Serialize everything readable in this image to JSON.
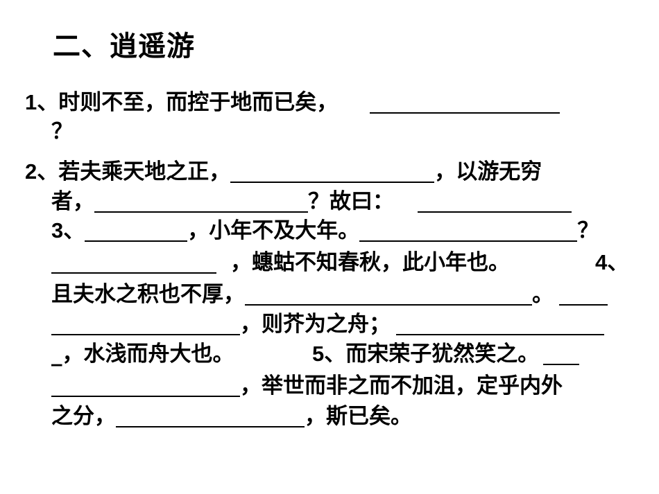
{
  "page": {
    "title": "二、逍遥游"
  },
  "questions": [
    {
      "number": "1",
      "lines": [
        {
          "a": "、时则不至，而控于地而已矣，",
          "b": ""
        },
        {
          "a": "？",
          "b": ""
        }
      ]
    },
    {
      "number": "2",
      "lines": [
        {
          "a": "、若夫乘天地之正，",
          "b": "，以游无穷"
        },
        {
          "a": "者，",
          "b": "？故曰：",
          "c": ""
        }
      ]
    },
    {
      "number": "3",
      "lines": [
        {
          "a": "、",
          "b": "，小年不及大年。",
          "c": "？"
        },
        {
          "a": "",
          "b": "，蟪蛄不知春秋，此小年也。"
        }
      ]
    },
    {
      "number": "4",
      "lines": [
        {
          "a": "、"
        },
        {
          "a": "且夫水之积也不厚，",
          "b": "。"
        },
        {
          "a": "",
          "b": "，则芥为之舟；"
        },
        {
          "a": "_，水浅而舟大也。"
        }
      ]
    },
    {
      "number": "5",
      "lines": [
        {
          "a": "、而宋荣子犹然笑之。"
        },
        {
          "a": "",
          "b": "，举世而非之而不加沮，定乎内外"
        },
        {
          "a": "之分，",
          "b": "，斯已矣。"
        }
      ]
    }
  ]
}
